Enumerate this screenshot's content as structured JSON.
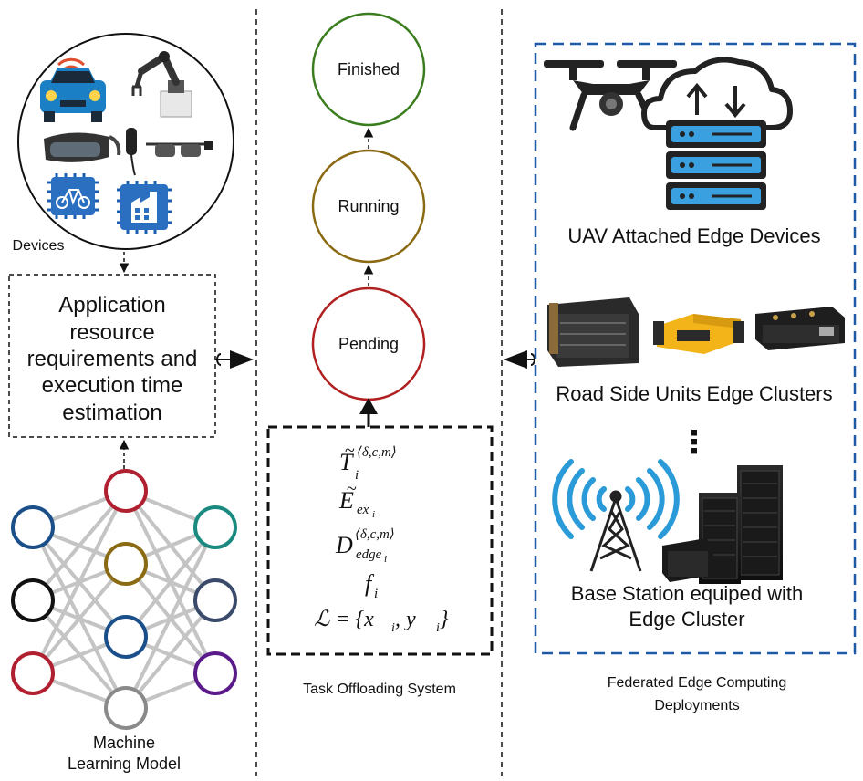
{
  "devices": {
    "label": "Devices"
  },
  "estimation": {
    "lines": [
      "Application",
      "resource",
      "requirements and",
      "execution time",
      "estimation"
    ]
  },
  "ml_model": {
    "lines": [
      "Machine",
      "Learning Model"
    ]
  },
  "task_system": {
    "label": "Task Offloading System"
  },
  "states": [
    {
      "label": "Finished",
      "color": "#3a7d1e"
    },
    {
      "label": "Running",
      "color": "#8a6a12"
    },
    {
      "label": "Pending",
      "color": "#b02020"
    }
  ],
  "task_params": {
    "t_base": "T",
    "t_tilde": "~",
    "t_sub": "i",
    "t_sup": "⟨δ,c,m⟩",
    "e_base": "E",
    "e_tilde": "~",
    "e_sub": "ex",
    "e_subsub": "i",
    "d_base": "D",
    "d_sub": "edge",
    "d_subsub": "i",
    "d_sup": "⟨δ,c,m⟩",
    "f_base": "f",
    "f_sub": "i",
    "l_expr": "ℒ = {x",
    "l_sub1": "i",
    "l_mid": ", y",
    "l_sub2": "i",
    "l_end": "}"
  },
  "federated": {
    "title_lines": [
      "Federated Edge Computing",
      "Deployments"
    ],
    "uav_label": "UAV Attached Edge Devices",
    "rsu_label": "Road Side Units Edge Clusters",
    "dots": "⋮",
    "bs_lines": [
      "Base Station equiped with",
      "Edge Cluster"
    ]
  },
  "nn": {
    "input_colors": [
      "#1a4f8a",
      "#111111",
      "#b02030"
    ],
    "hidden_colors": [
      "#b02030",
      "#8a6a12",
      "#1a4f8a",
      "#8a8a8a"
    ],
    "output_colors": [
      "#1a8a80",
      "#3a4a6a",
      "#5a1a8a"
    ]
  },
  "colors": {
    "accent_blue": "#1f5aa6",
    "icon_blue": "#2a7fd0",
    "dark": "#222222"
  }
}
